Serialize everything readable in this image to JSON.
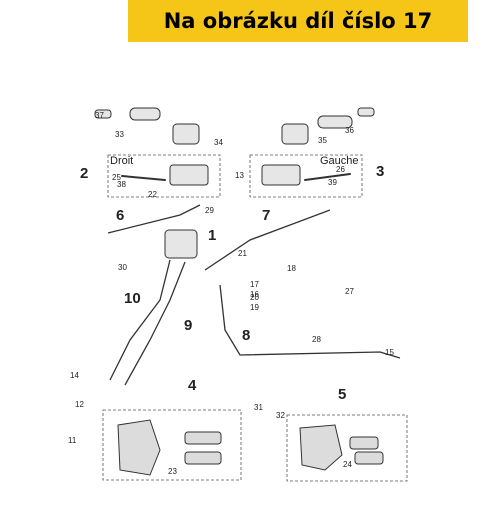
{
  "banner": {
    "text": "Na obrázku díl číslo 17",
    "background": "#f5c518"
  },
  "diagram": {
    "side_labels": [
      "Droit",
      "Gauche"
    ],
    "big_labels": [
      "1",
      "2",
      "3",
      "4",
      "5",
      "6",
      "7",
      "8",
      "9",
      "10"
    ],
    "part_labels": [
      "11",
      "12",
      "13",
      "14",
      "15",
      "16",
      "17",
      "18",
      "19",
      "20",
      "21",
      "22",
      "23",
      "24",
      "25",
      "26",
      "27",
      "28",
      "29",
      "30",
      "31",
      "32",
      "33",
      "34",
      "35",
      "36",
      "37",
      "38",
      "39"
    ]
  }
}
